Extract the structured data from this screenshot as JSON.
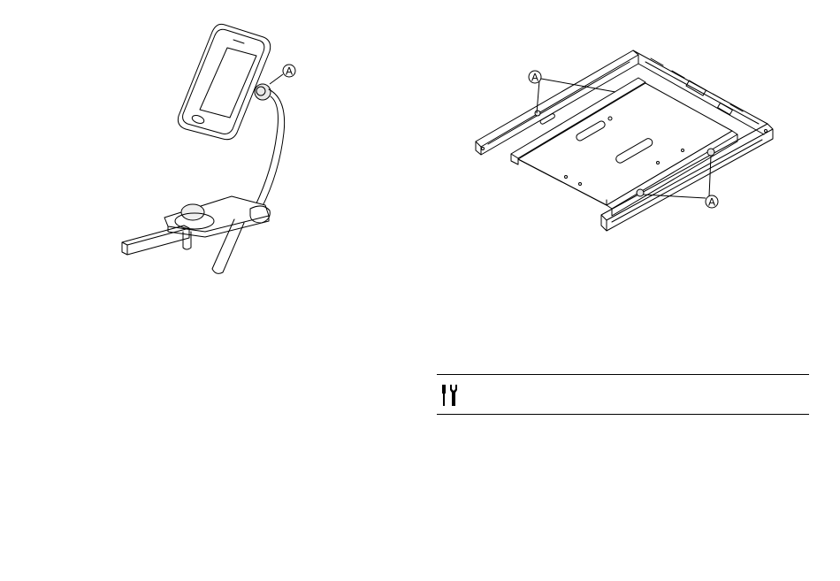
{
  "figure_left": {
    "callouts": [
      {
        "label": "A"
      }
    ]
  },
  "figure_right": {
    "callouts": [
      {
        "label": "A"
      },
      {
        "label": "A"
      }
    ]
  },
  "tool_bar": {
    "icon": "tools-icon",
    "text": ""
  },
  "colors": {
    "line": "#000000",
    "background": "#ffffff",
    "light_fill": "#f2f2f2"
  }
}
